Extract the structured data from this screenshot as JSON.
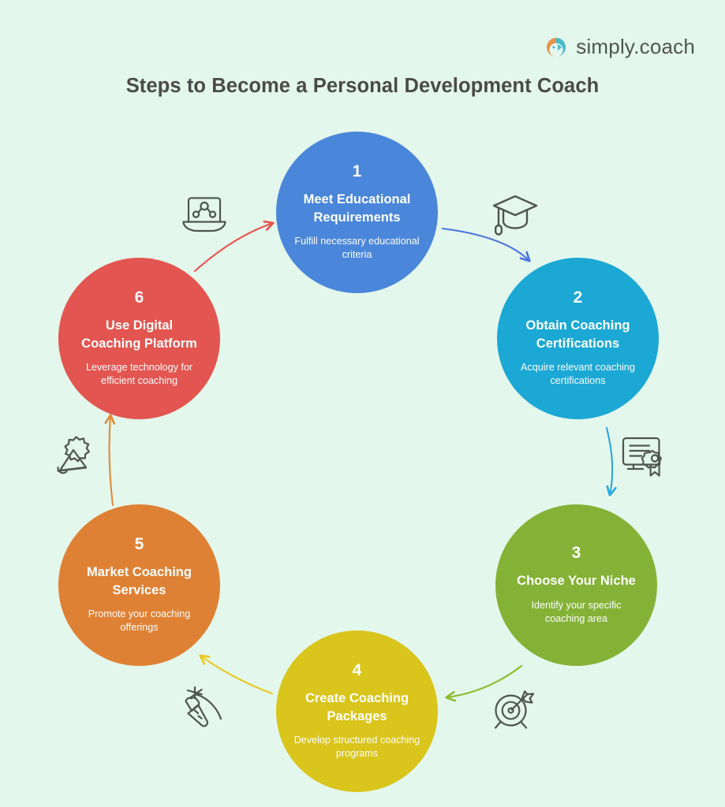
{
  "brand": {
    "name": "simply.coach",
    "logo_icon": "simply-coach-circular-arrow-logo",
    "logo_colors": {
      "left_arc": "#e8924a",
      "right_arc": "#4ab9c9"
    }
  },
  "page": {
    "title": "Steps to Become a Personal Development Coach",
    "background_color": "#e4f7ec",
    "title_color": "#4a4a4a",
    "layout": "circular-cycle-6-steps"
  },
  "steps": [
    {
      "number": "1",
      "title": "Meet Educational Requirements",
      "description": "Fulfill necessary educational criteria",
      "color": "#4a86d9",
      "icon": "graduation-cap-icon"
    },
    {
      "number": "2",
      "title": "Obtain Coaching Certifications",
      "description": "Acquire relevant coaching certifications",
      "color": "#1ba8d4",
      "icon": "certificate-icon"
    },
    {
      "number": "3",
      "title": "Choose Your Niche",
      "description": "Identify your specific coaching area",
      "color": "#84b236",
      "icon": "target-arrow-icon"
    },
    {
      "number": "4",
      "title": "Create Coaching Packages",
      "description": "Develop structured coaching programs",
      "color": "#d9c51b",
      "icon": "carrot-on-stick-icon"
    },
    {
      "number": "5",
      "title": "Market Coaching Services",
      "description": "Promote your coaching offerings",
      "color": "#df8134",
      "icon": "megaphone-icon"
    },
    {
      "number": "6",
      "title": "Use Digital Coaching Platform",
      "description": "Leverage technology for efficient coaching",
      "color": "#e35550",
      "icon": "laptop-network-icon"
    }
  ],
  "arrows": [
    {
      "from": "1",
      "to": "2",
      "color": "#4a74e0"
    },
    {
      "from": "2",
      "to": "3",
      "color": "#29a8dd"
    },
    {
      "from": "3",
      "to": "4",
      "color": "#8cbb2a"
    },
    {
      "from": "4",
      "to": "5",
      "color": "#e8c81e"
    },
    {
      "from": "5",
      "to": "6",
      "color": "#e08a39"
    },
    {
      "from": "6",
      "to": "1",
      "color": "#e8524e"
    }
  ],
  "icon_stroke_color": "#4f5450"
}
